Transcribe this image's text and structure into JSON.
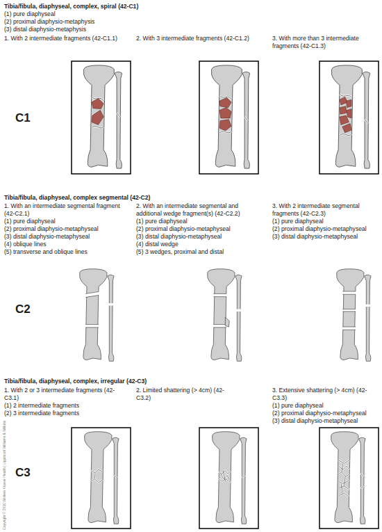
{
  "diagram": {
    "labels": [
      "Tibia/fibula, diaphyseal, complex, spiral (42-C1)",
      "(1) pure diaphyseal",
      "(2) proximal diaphysio-metaphysis",
      "(3) distal diaphysio-metaphysis",
      "1. With 2 intermediate fragments (42-C1.1)",
      "2. With 3 intermediate fragments (42-C1.2)",
      "3. With more than 3 intermediate fragments (42-C1.3)",
      "C1",
      "Tibia/fibula, diaphyseal, complex segmental (42-C2)",
      "1. With an intermediate segmental fragment (42-C2.1)",
      "(1) pure diaphyseal",
      "(2) proximal diaphysio-metaphyseal",
      "(3) distal diaphysio-metaphyseal",
      "(4) oblique lines",
      "(5) transverse and oblique lines",
      "2. With an intermediate segmental and additional wedge fragment(s) (42-C2.2)",
      "(1) pure diaphyseal",
      "(2) proximal diaphysio-metaphyseal",
      "(3) distal diaphysio-metaphyseal",
      "(4) distal wedge",
      "(5) 3 wedges, proximal and distal",
      "3. With 2 intermediate segmental fragments (42-C2.3)",
      "(1) pure diaphyseal",
      "(2) proximal diaphysio-metaphyseal",
      "(3) distal diaphysio-metaphyseal",
      "C2",
      "Tibia/fibula, diaphyseal, complex, irregular (42-C3)",
      "1. With 2 or 3 intermediate fragments (42-C3.1)",
      "(1) 2 intermediate fragments",
      "(2) 3 intermediate fragments",
      "2. Limited shattering (> 4cm) (42-C3.2)",
      "3. Extensive shattering (> 4cm) (42-C3.3)",
      "(1) pure diaphyseal",
      "(2) proximal diaphysio-metaphyseal",
      "(3) distal diaphysio-metaphyseal",
      "C3",
      "Copyright © 2010 Wolters Kluwer Health | Lippincott Williams & Wilkins"
    ]
  }
}
